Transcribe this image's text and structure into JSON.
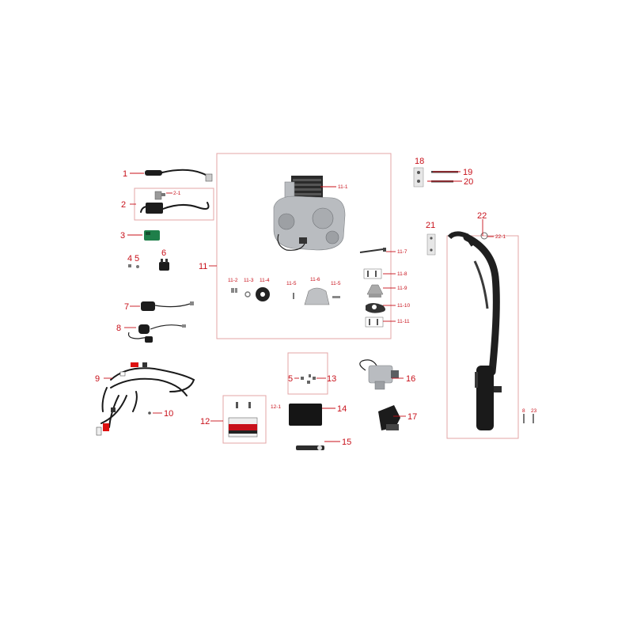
{
  "diagram": {
    "callouts": [
      {
        "id": "c1",
        "label": "1"
      },
      {
        "id": "c2",
        "label": "2"
      },
      {
        "id": "c2-1",
        "label": "2-1"
      },
      {
        "id": "c3",
        "label": "3"
      },
      {
        "id": "c4",
        "label": "4"
      },
      {
        "id": "c5a",
        "label": "5"
      },
      {
        "id": "c6",
        "label": "6"
      },
      {
        "id": "c7",
        "label": "7"
      },
      {
        "id": "c8",
        "label": "8"
      },
      {
        "id": "c9",
        "label": "9"
      },
      {
        "id": "c10",
        "label": "10"
      },
      {
        "id": "c11",
        "label": "11"
      },
      {
        "id": "c11-1",
        "label": "11-1"
      },
      {
        "id": "c11-2",
        "label": "11-2"
      },
      {
        "id": "c11-3",
        "label": "11-3"
      },
      {
        "id": "c11-4",
        "label": "11-4"
      },
      {
        "id": "c11-5a",
        "label": "11-5"
      },
      {
        "id": "c11-6",
        "label": "11-6"
      },
      {
        "id": "c11-5b",
        "label": "11-5"
      },
      {
        "id": "c11-7",
        "label": "11-7"
      },
      {
        "id": "c11-8",
        "label": "11-8"
      },
      {
        "id": "c11-9",
        "label": "11-9"
      },
      {
        "id": "c11-10",
        "label": "11-10"
      },
      {
        "id": "c11-11",
        "label": "11-11"
      },
      {
        "id": "c12",
        "label": "12"
      },
      {
        "id": "c12-1",
        "label": "12-1"
      },
      {
        "id": "c5b",
        "label": "5"
      },
      {
        "id": "c13",
        "label": "13"
      },
      {
        "id": "c14",
        "label": "14"
      },
      {
        "id": "c15",
        "label": "15"
      },
      {
        "id": "c16",
        "label": "16"
      },
      {
        "id": "c17",
        "label": "17"
      },
      {
        "id": "c18",
        "label": "18"
      },
      {
        "id": "c19",
        "label": "19"
      },
      {
        "id": "c20",
        "label": "20"
      },
      {
        "id": "c21",
        "label": "21"
      },
      {
        "id": "c22",
        "label": "22"
      },
      {
        "id": "c22-1",
        "label": "22-1"
      },
      {
        "id": "c8b",
        "label": "8"
      },
      {
        "id": "c23",
        "label": "23"
      }
    ],
    "colors": {
      "callout": "#c8101a",
      "frame": "#e3a4a6",
      "battery_label": "#c8101a"
    }
  }
}
